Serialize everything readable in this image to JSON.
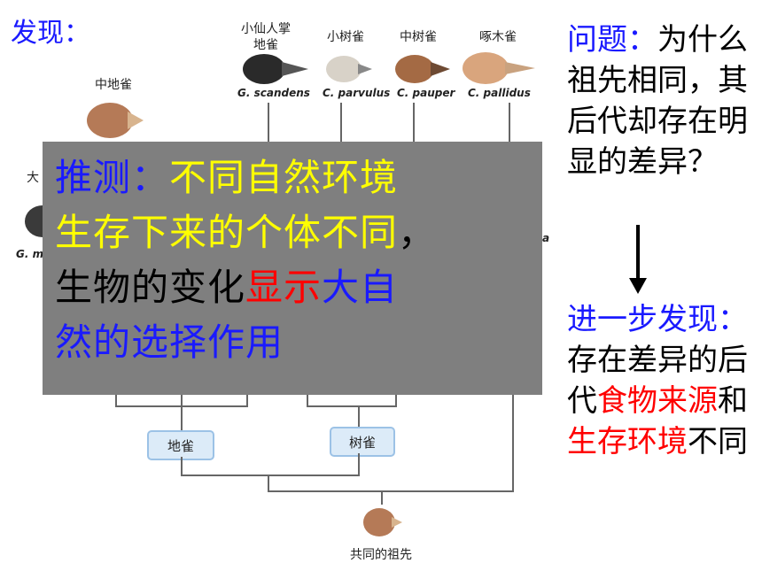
{
  "heading": "发现：",
  "diagram": {
    "birds_top": [
      {
        "name_line1": "小仙人掌",
        "name_line2": "地雀",
        "sci": "G. scandens"
      },
      {
        "name_line1": "",
        "name_line2": "小树雀",
        "sci": "C. parvulus"
      },
      {
        "name_line1": "",
        "name_line2": "中树雀",
        "sci": "C. pauper"
      },
      {
        "name_line1": "",
        "name_line2": "啄木雀",
        "sci": "C. pallidus"
      }
    ],
    "bird_mid": {
      "name": "中地雀"
    },
    "bird_left_partial": {
      "name": "大",
      "sci": "G. m"
    },
    "partial_sci_right": "a",
    "groups": {
      "ground_finch": "地雀",
      "tree_finch": "树雀"
    },
    "ancestor": "共同的祖先",
    "colors": {
      "beak_dark": "#2a2a2a",
      "beak_light": "#c9a27f",
      "box_border": "#9cc2e6",
      "box_fill": "#dcebf8"
    }
  },
  "hypothesis": {
    "prefix": "推测：",
    "line1_rest": "不同自然环境",
    "line2": "生存下来的个体不同",
    "comma": "，",
    "line3_black": "生物的变化",
    "line3_red": "显示",
    "line3_blue": "大自",
    "line4": "然的选择作用"
  },
  "question": {
    "label": "问题：",
    "text": "为什么祖先相同，其后代却存在明显的差异？"
  },
  "further": {
    "label": "进一步发现：",
    "part1": "存在差异的后代",
    "food": "食物来源",
    "and": "和",
    "env": "生存环境",
    "end": "不同"
  }
}
